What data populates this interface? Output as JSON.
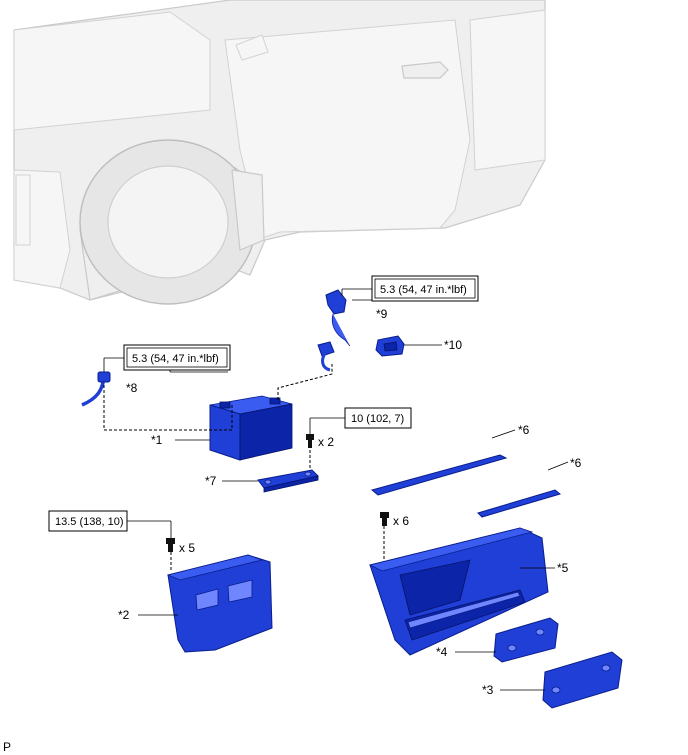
{
  "parts": {
    "p1": "*1",
    "p2": "*2",
    "p3": "*3",
    "p4": "*4",
    "p5": "*5",
    "p6a": "*6",
    "p6b": "*6",
    "p7": "*7",
    "p8": "*8",
    "p9": "*9",
    "p10": "*10"
  },
  "torques": {
    "t9": "5.3 (54, 47 in.*lbf)",
    "t8": "5.3 (54, 47 in.*lbf)",
    "t7": "10 (102, 7)",
    "t2": "13.5 (138, 10)"
  },
  "counts": {
    "c7": "x 2",
    "c2": "x 5",
    "c5": "x 6"
  },
  "corner_mark": "P",
  "colors": {
    "part": "#1f3fd6",
    "vehicle": "#efefef"
  }
}
